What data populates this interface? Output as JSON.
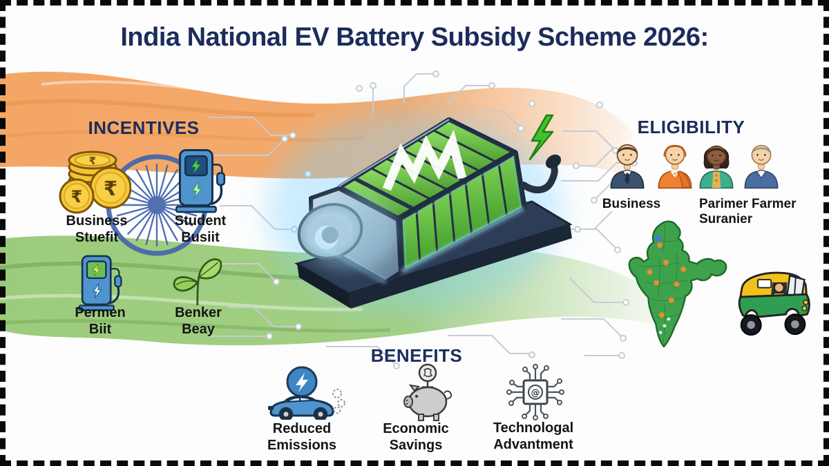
{
  "title": "India National EV Battery Subsidy Scheme 2026:",
  "glyphs": {
    "rupee": "₹",
    "chip_symbol": "@"
  },
  "colors": {
    "title_navy": "#1c2c5b",
    "flag_saffron": "#f3a360",
    "flag_green": "#97c974",
    "chakra_blue": "#4566ac",
    "battery_cell_green": "#6fc24a",
    "battery_frame": "#243149",
    "bolt_green": "#45c02d",
    "label_black": "#141414"
  },
  "sections": {
    "incentives": {
      "heading": "INCENTIVES",
      "items": [
        {
          "icon": "rupee-coins-icon",
          "label": "Business\nStuefit"
        },
        {
          "icon": "ev-charging-station-icon",
          "label": "Student\nBusiit"
        },
        {
          "icon": "ev-charging-station-icon",
          "label": "Permen\nBiit"
        },
        {
          "icon": "leaf-icon",
          "label": "Benker\nBeay"
        }
      ]
    },
    "eligibility": {
      "heading": "ELIGIBILITY",
      "avatars": [
        "businessman-avatar",
        "sari-woman-avatar",
        "teal-woman-avatar",
        "elder-person-avatar"
      ],
      "labels": [
        {
          "text": "Business"
        },
        {
          "text": "Parimer Farmer\nSuranier"
        }
      ],
      "graphics": [
        "india-map",
        "auto-rickshaw"
      ]
    },
    "benefits": {
      "heading": "BENEFITS",
      "items": [
        {
          "icon": "ev-car-icon",
          "label": "Reduced\nEmissions"
        },
        {
          "icon": "piggy-bank-icon",
          "label": "Economic\nSavings"
        },
        {
          "icon": "microchip-icon",
          "label": "Technologal\nAdvantment"
        }
      ]
    }
  },
  "center": {
    "graphic": "ev-battery-pack",
    "accent": "lightning-bolt"
  }
}
